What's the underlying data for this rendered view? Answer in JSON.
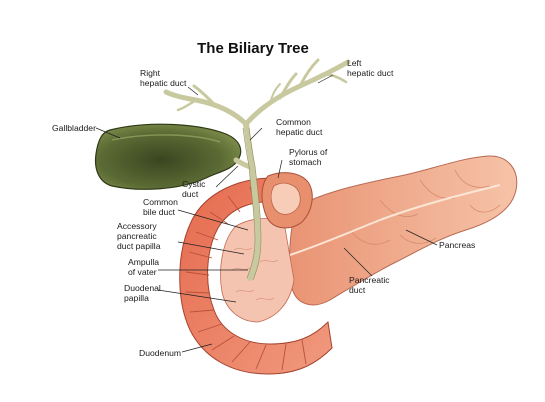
{
  "title": "The Biliary Tree",
  "labels": {
    "right_hepatic_duct": [
      "Right",
      "hepatic duct"
    ],
    "left_hepatic_duct": [
      "Left",
      "hepatic duct"
    ],
    "gallbladder": [
      "Gallbladder"
    ],
    "common_hepatic_duct": [
      "Common",
      "hepatic duct"
    ],
    "pylorus_of_stomach": [
      "Pylorus of",
      "stomach"
    ],
    "cystic_duct": [
      "Cystic",
      "duct"
    ],
    "common_bile_duct": [
      "Common",
      "bile duct"
    ],
    "accessory_pancreatic_duct_papilla": [
      "Accessory",
      "pancreatic",
      "duct papilla"
    ],
    "ampulla_of_vater": [
      "Ampulla",
      "of vater"
    ],
    "duodenal_papilla": [
      "Duodenal",
      "papilla"
    ],
    "duodenum": [
      "Duodenum"
    ],
    "pancreas": [
      "Pancreas"
    ],
    "pancreatic_duct": [
      "Pancreatic",
      "duct"
    ]
  },
  "colors": {
    "gallbladder": "#5b6b34",
    "bile_ducts": "#c9c9a0",
    "duodenum": "#e07a60",
    "pancreas": "#f0a888",
    "stomach": "#e8906e"
  }
}
